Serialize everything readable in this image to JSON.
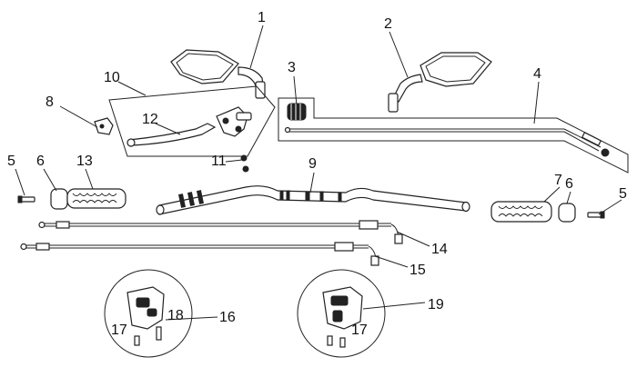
{
  "callouts": [
    {
      "id": "c1",
      "label": "1"
    },
    {
      "id": "c2",
      "label": "2"
    },
    {
      "id": "c3",
      "label": "3"
    },
    {
      "id": "c4",
      "label": "4"
    },
    {
      "id": "c5a",
      "label": "5"
    },
    {
      "id": "c5b",
      "label": "5"
    },
    {
      "id": "c6a",
      "label": "6"
    },
    {
      "id": "c6b",
      "label": "6"
    },
    {
      "id": "c7",
      "label": "7"
    },
    {
      "id": "c8",
      "label": "8"
    },
    {
      "id": "c9",
      "label": "9"
    },
    {
      "id": "c10",
      "label": "10"
    },
    {
      "id": "c11",
      "label": "11"
    },
    {
      "id": "c12",
      "label": "12"
    },
    {
      "id": "c13",
      "label": "13"
    },
    {
      "id": "c14",
      "label": "14"
    },
    {
      "id": "c15",
      "label": "15"
    },
    {
      "id": "c16",
      "label": "16"
    },
    {
      "id": "c17a",
      "label": "17"
    },
    {
      "id": "c17b",
      "label": "17"
    },
    {
      "id": "c18",
      "label": "18"
    },
    {
      "id": "c19",
      "label": "19"
    }
  ]
}
